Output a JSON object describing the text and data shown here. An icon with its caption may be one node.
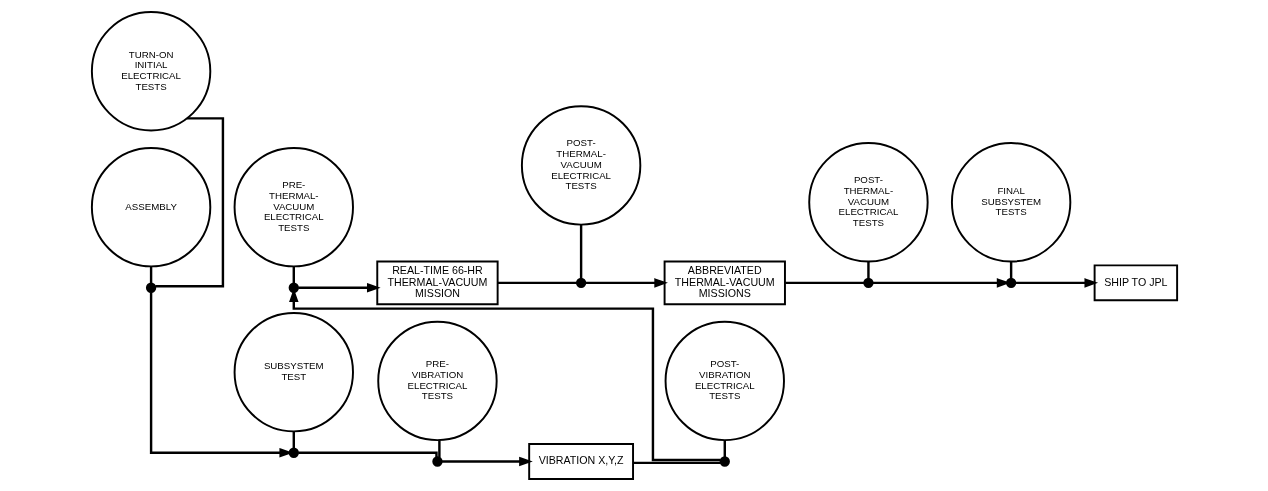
{
  "diagram": {
    "nodes": [
      {
        "text": [
          "TURN-ON INITIAL ELECTRICAL TESTS"
        ]
      },
      {
        "text": [
          "SUBSYSTEM TEST"
        ]
      },
      {
        "text": [
          "PRE-VIBRATION ELECTRICAL TESTS"
        ]
      },
      {
        "text": [
          "POST-VIBRATION ELECTRICAL TESTS"
        ]
      },
      {
        "text": [
          "ASSEMBLY"
        ]
      },
      {
        "text": [],
        "shape": "dot"
      },
      {
        "text": [],
        "shape": "dot"
      },
      {
        "text": [],
        "shape": "dot"
      },
      {
        "text": [
          "VIBRATION X,Y,Z"
        ]
      },
      {
        "text": [],
        "shape": "dot"
      },
      {
        "text": [
          "PRE-THERMAL-VACUUM ELECTRICAL TESTS"
        ]
      },
      {
        "text": [
          "POST-THERMAL-VACUUM ELECTRICAL TESTS"
        ]
      },
      {
        "text": [
          "POST-THERMAL-VACUUM ELECTRICAL TESTS"
        ]
      },
      {
        "text": [
          "FINAL SUBSYSTEM TESTS"
        ]
      },
      {
        "text": [],
        "shape": "dot"
      },
      {
        "text": [
          "REAL-TIME 66-HR THERMAL-VACUUM MISSION"
        ]
      },
      {
        "text": [],
        "shape": "dot"
      },
      {
        "text": [
          "ABBREVIATED THERMAL-VACUUM MISSIONS"
        ]
      },
      {
        "text": [],
        "shape": "dot"
      },
      {
        "text": [],
        "shape": "dot"
      },
      {
        "text": [
          "SHIP TO JPL"
        ]
      }
    ],
    "edges": [
      {
        "from": 4,
        "to": 5,
        "arrow": "none"
      },
      {
        "from": 5,
        "to": 6,
        "arrow": "to"
      },
      {
        "from": 6,
        "to": 7,
        "arrow": "none"
      },
      {
        "from": 7,
        "to": 8,
        "arrow": "to"
      },
      {
        "from": 8,
        "to": 9,
        "arrow": "none"
      },
      {
        "from": 9,
        "to": 14,
        "arrow": "to"
      },
      {
        "from": 14,
        "to": 15,
        "arrow": "to"
      },
      {
        "from": 15,
        "to": 16,
        "arrow": "none"
      },
      {
        "from": 16,
        "to": 17,
        "arrow": "to"
      },
      {
        "from": 17,
        "to": 18,
        "arrow": "none"
      },
      {
        "from": 18,
        "to": 19,
        "arrow": "to"
      },
      {
        "from": 19,
        "to": 20,
        "arrow": "to"
      },
      {
        "from": 0,
        "to": 5,
        "arrow": "none"
      },
      {
        "from": 1,
        "to": 6,
        "arrow": "none"
      },
      {
        "from": 2,
        "to": 7,
        "arrow": "none"
      },
      {
        "from": 3,
        "to": 9,
        "arrow": "none"
      },
      {
        "from": 10,
        "to": 14,
        "arrow": "none"
      },
      {
        "from": 11,
        "to": 16,
        "arrow": "none"
      },
      {
        "from": 12,
        "to": 18,
        "arrow": "none"
      },
      {
        "from": 13,
        "to": 19,
        "arrow": "none"
      }
    ]
  }
}
